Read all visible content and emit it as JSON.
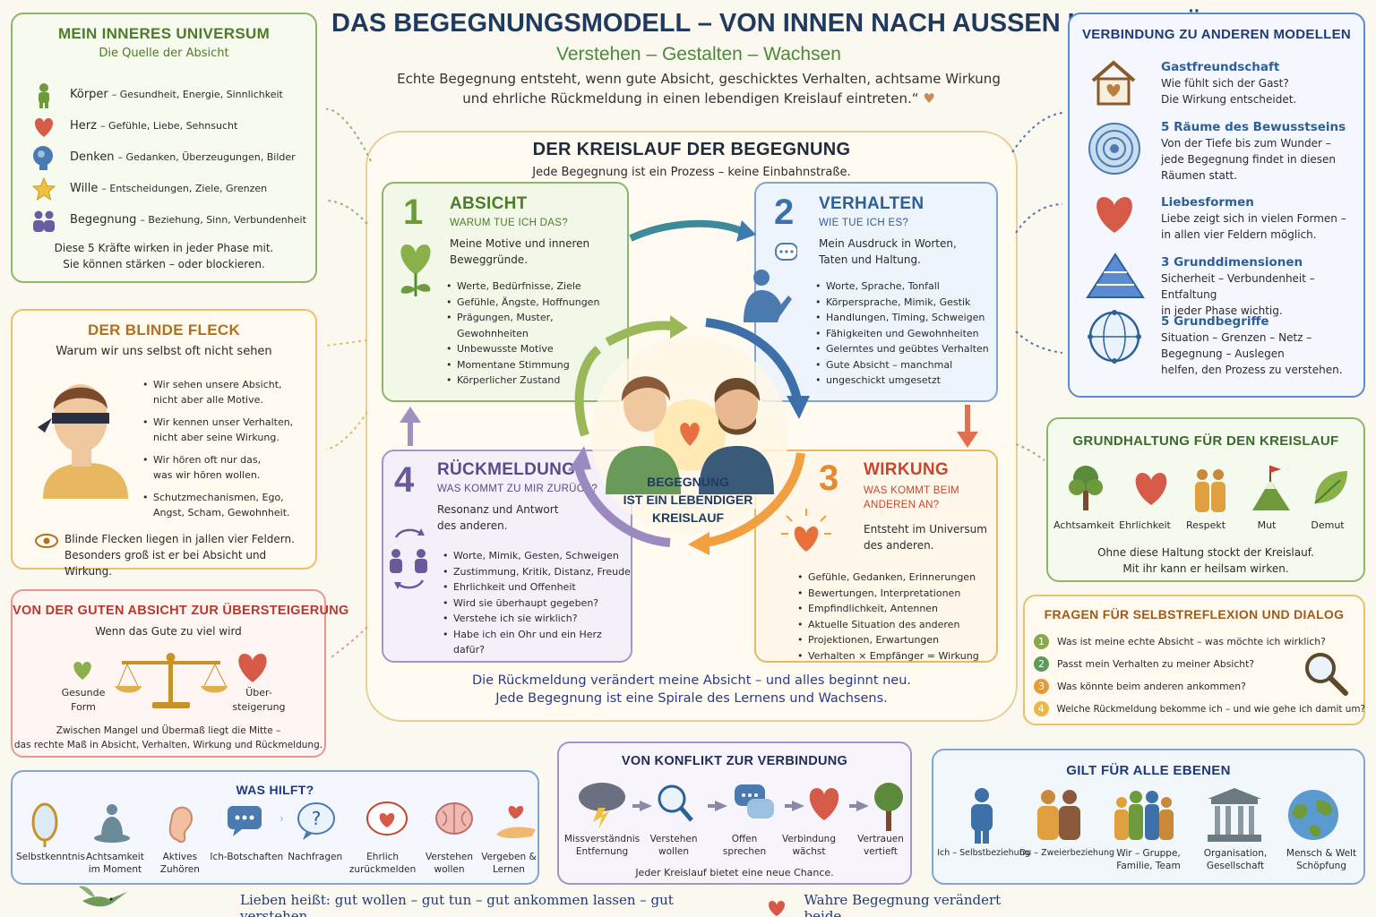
{
  "header": {
    "title": "DAS BEGEGNUNGSMODELL – VON INNEN NACH AUSSEN UND ZURÜCK",
    "subtitle": "Verstehen – Gestalten – Wachsen",
    "quote_line1": "Echte Begegnung entsteht, wenn gute Absicht, geschicktes Verhalten, achtsame Wirkung",
    "quote_line2": "und ehrliche Rückmeldung in einen lebendigen Kreislauf eintreten.“"
  },
  "universe": {
    "title": "MEIN INNERES UNIVERSUM",
    "subtitle": "Die Quelle der Absicht",
    "items": [
      {
        "name": "Körper",
        "desc": "– Gesundheit, Energie, Sinnlichkeit"
      },
      {
        "name": "Herz",
        "desc": "– Gefühle, Liebe, Sehnsucht"
      },
      {
        "name": "Denken",
        "desc": "– Gedanken, Überzeugungen, Bilder"
      },
      {
        "name": "Wille",
        "desc": "– Entscheidungen, Ziele, Grenzen"
      },
      {
        "name": "Begegnung",
        "desc": "– Beziehung, Sinn, Verbundenheit"
      }
    ],
    "footer1": "Diese 5 Kräfte wirken in jeder Phase mit.",
    "footer2": "Sie können stärken – oder blockieren."
  },
  "blind": {
    "title": "DER BLINDE FLECK",
    "subtitle": "Warum wir uns selbst oft nicht sehen",
    "items": [
      [
        "Wir sehen unsere Absicht,",
        "nicht aber alle Motive."
      ],
      [
        "Wir kennen unser Verhalten,",
        "nicht aber seine Wirkung."
      ],
      [
        "Wir hören oft nur das,",
        "was wir hören wollen."
      ],
      [
        "Schutzmechanismen, Ego,",
        "Angst, Scham, Gewohnheit."
      ]
    ],
    "footer1": "Blinde Flecken liegen in jallen vier Feldern.",
    "footer2": "Besonders groß ist er bei Absicht und Wirkung."
  },
  "excess": {
    "title": "VON DER GUTEN ABSICHT ZUR ÜBERSTEIGERUNG",
    "subtitle": "Wenn das Gute zu viel wird",
    "left1": "Gesunde",
    "left2": "Form",
    "right1": "Über-",
    "right2": "steigerung",
    "footer1": "Zwischen Mangel und Übermaß liegt die Mitte –",
    "footer2": "das rechte Maß in Absicht, Verhalten, Wirkung und Rückmeldung."
  },
  "cycle": {
    "title": "DER KREISLAUF DER BEGEGNUNG",
    "subtitle": "Jede Begegnung ist ein Prozess – keine Einbahnstraße.",
    "center1": "BEGEGNUNG",
    "center2": "IST EIN LEBENDIGER",
    "center3": "KREISLAUF",
    "footer1": "Die Rückmeldung verändert meine Absicht – und alles beginnt neu.",
    "footer2": "Jede Begegnung ist eine Spirale des Lernens und Wachsens.",
    "s1": {
      "num": "1",
      "title": "ABSICHT",
      "q": "WARUM TUE ICH DAS?",
      "lead1": "Meine Motive und inneren",
      "lead2": "Beweggründe.",
      "items": [
        "Werte, Bedürfnisse, Ziele",
        "Gefühle, Ängste, Hoffnungen",
        "Prägungen, Muster, Gewohnheiten",
        "Unbewusste Motive",
        "Momentane Stimmung",
        "Körperlicher Zustand"
      ]
    },
    "s2": {
      "num": "2",
      "title": "VERHALTEN",
      "q": "WIE TUE ICH ES?",
      "lead1": "Mein Ausdruck in Worten,",
      "lead2": "Taten und Haltung.",
      "items": [
        "Worte, Sprache, Tonfall",
        "Körpersprache, Mimik, Gestik",
        "Handlungen, Timing, Schweigen",
        "Fähigkeiten und Gewohnheiten",
        "Gelerntes und geübtes Verhalten",
        "Gute Absicht – manchmal"
      ],
      "item_cont": "ungeschickt umgesetzt"
    },
    "s3": {
      "num": "3",
      "title": "WIRKUNG",
      "q1": "WAS KOMMT BEIM",
      "q2": "ANDEREN AN?",
      "lead1": "Entsteht im Universum",
      "lead2": "des anderen.",
      "items": [
        "Gefühle, Gedanken, Erinnerungen",
        "Bewertungen, Interpretationen",
        "Empfindlichkeit, Antennen",
        "Aktuelle Situation des anderen",
        "Projektionen, Erwartungen",
        "Verhalten × Empfänger = Wirkung"
      ]
    },
    "s4": {
      "num": "4",
      "title": "RÜCKMELDUNG",
      "q": "WAS KOMMT ZU MIR ZURÜCK?",
      "lead1": "Resonanz und Antwort",
      "lead2": "des anderen.",
      "items": [
        "Worte, Mimik, Gesten, Schweigen",
        "Zustimmung, Kritik, Distanz, Freude",
        "Ehrlichkeit und Offenheit",
        "Wird sie überhaupt gegeben?",
        "Verstehe ich sie wirklich?",
        "Habe ich ein Ohr und ein Herz dafür?"
      ]
    }
  },
  "models": {
    "title": "VERBINDUNG ZU ANDEREN MODELLEN",
    "items": [
      {
        "name": "Gastfreundschaft",
        "l1": "Wie fühlt sich der Gast?",
        "l2": "Die Wirkung entscheidet.",
        "l3": ""
      },
      {
        "name": "5 Räume des Bewusstseins",
        "l1": "Von der Tiefe bis zum Wunder –",
        "l2": "jede Begegnung findet in diesen",
        "l3": "Räumen statt."
      },
      {
        "name": "Liebesformen",
        "l1": "Liebe zeigt sich in vielen Formen –",
        "l2": "in allen vier Feldern möglich.",
        "l3": ""
      },
      {
        "name": "3 Grunddimensionen",
        "l1": "Sicherheit – Verbundenheit – Entfaltung",
        "l2": "in jeder Phase wichtig.",
        "l3": ""
      },
      {
        "name": "5 Grundbegriffe",
        "l1": "Situation – Grenzen – Netz –",
        "l2": "Begegnung – Auslegen",
        "l3": "helfen, den Prozess zu verstehen."
      }
    ]
  },
  "attitude": {
    "title": "GRUNDHALTUNG FÜR DEN KREISLAUF",
    "items": [
      "Achtsamkeit",
      "Ehrlichkeit",
      "Respekt",
      "Mut",
      "Demut"
    ],
    "footer1": "Ohne diese Haltung stockt der Kreislauf.",
    "footer2": "Mit ihr kann er heilsam wirken."
  },
  "questions": {
    "title": "FRAGEN FÜR SELBSTREFLEXION UND DIALOG",
    "items": [
      {
        "n": "1",
        "t": "Was ist meine echte Absicht – was möchte ich wirklich?",
        "c": "#8aa84a"
      },
      {
        "n": "2",
        "t": "Passt mein Verhalten zu meiner Absicht?",
        "c": "#5a9a5a"
      },
      {
        "n": "3",
        "t": "Was könnte beim anderen ankommen?",
        "c": "#e59a3a"
      },
      {
        "n": "4",
        "t": "Welche Rückmeldung bekomme ich – und wie gehe ich damit um?",
        "c": "#e8b84a"
      }
    ]
  },
  "helps": {
    "title": "WAS HILFT?",
    "items": [
      [
        "Selbstkenntnis",
        ""
      ],
      [
        "Achtsamkeit",
        "im Moment"
      ],
      [
        "Aktives",
        "Zuhören"
      ],
      [
        "Ich-Botschaften",
        ""
      ],
      [
        "Nachfragen",
        ""
      ],
      [
        "Ehrlich",
        "zurückmelden"
      ],
      [
        "Verstehen",
        "wollen"
      ],
      [
        "Vergeben &",
        "Lernen"
      ]
    ]
  },
  "conflict": {
    "title": "VON KONFLIKT ZUR VERBINDUNG",
    "items": [
      [
        "Missverständnis",
        "Entfernung"
      ],
      [
        "Verstehen",
        "wollen"
      ],
      [
        "Offen",
        "sprechen"
      ],
      [
        "Verbindung",
        "wächst"
      ],
      [
        "Vertrauen",
        "vertieft"
      ]
    ],
    "footer": "Jeder Kreislauf bietet eine neue Chance."
  },
  "levels": {
    "title": "GILT FÜR ALLE EBENEN",
    "items": [
      [
        "Ich – Selbstbeziehung",
        ""
      ],
      [
        "Du – Zweierbeziehung",
        ""
      ],
      [
        "Wir – Gruppe,",
        "Familie, Team"
      ],
      [
        "Organisation,",
        "Gesellschaft"
      ],
      [
        "Mensch & Welt",
        "Schöpfung"
      ]
    ]
  },
  "footer": {
    "left": "Lieben heißt: gut wollen – gut tun – gut ankommen lassen – gut verstehen.",
    "right": "Wahre Begegnung verändert beide."
  },
  "colors": {
    "green": "#6e9a3c",
    "blue": "#3d6fa8",
    "orange": "#e58a2e",
    "purple": "#6a5a9a",
    "red": "#c8453a",
    "navy": "#1f3a5f"
  }
}
